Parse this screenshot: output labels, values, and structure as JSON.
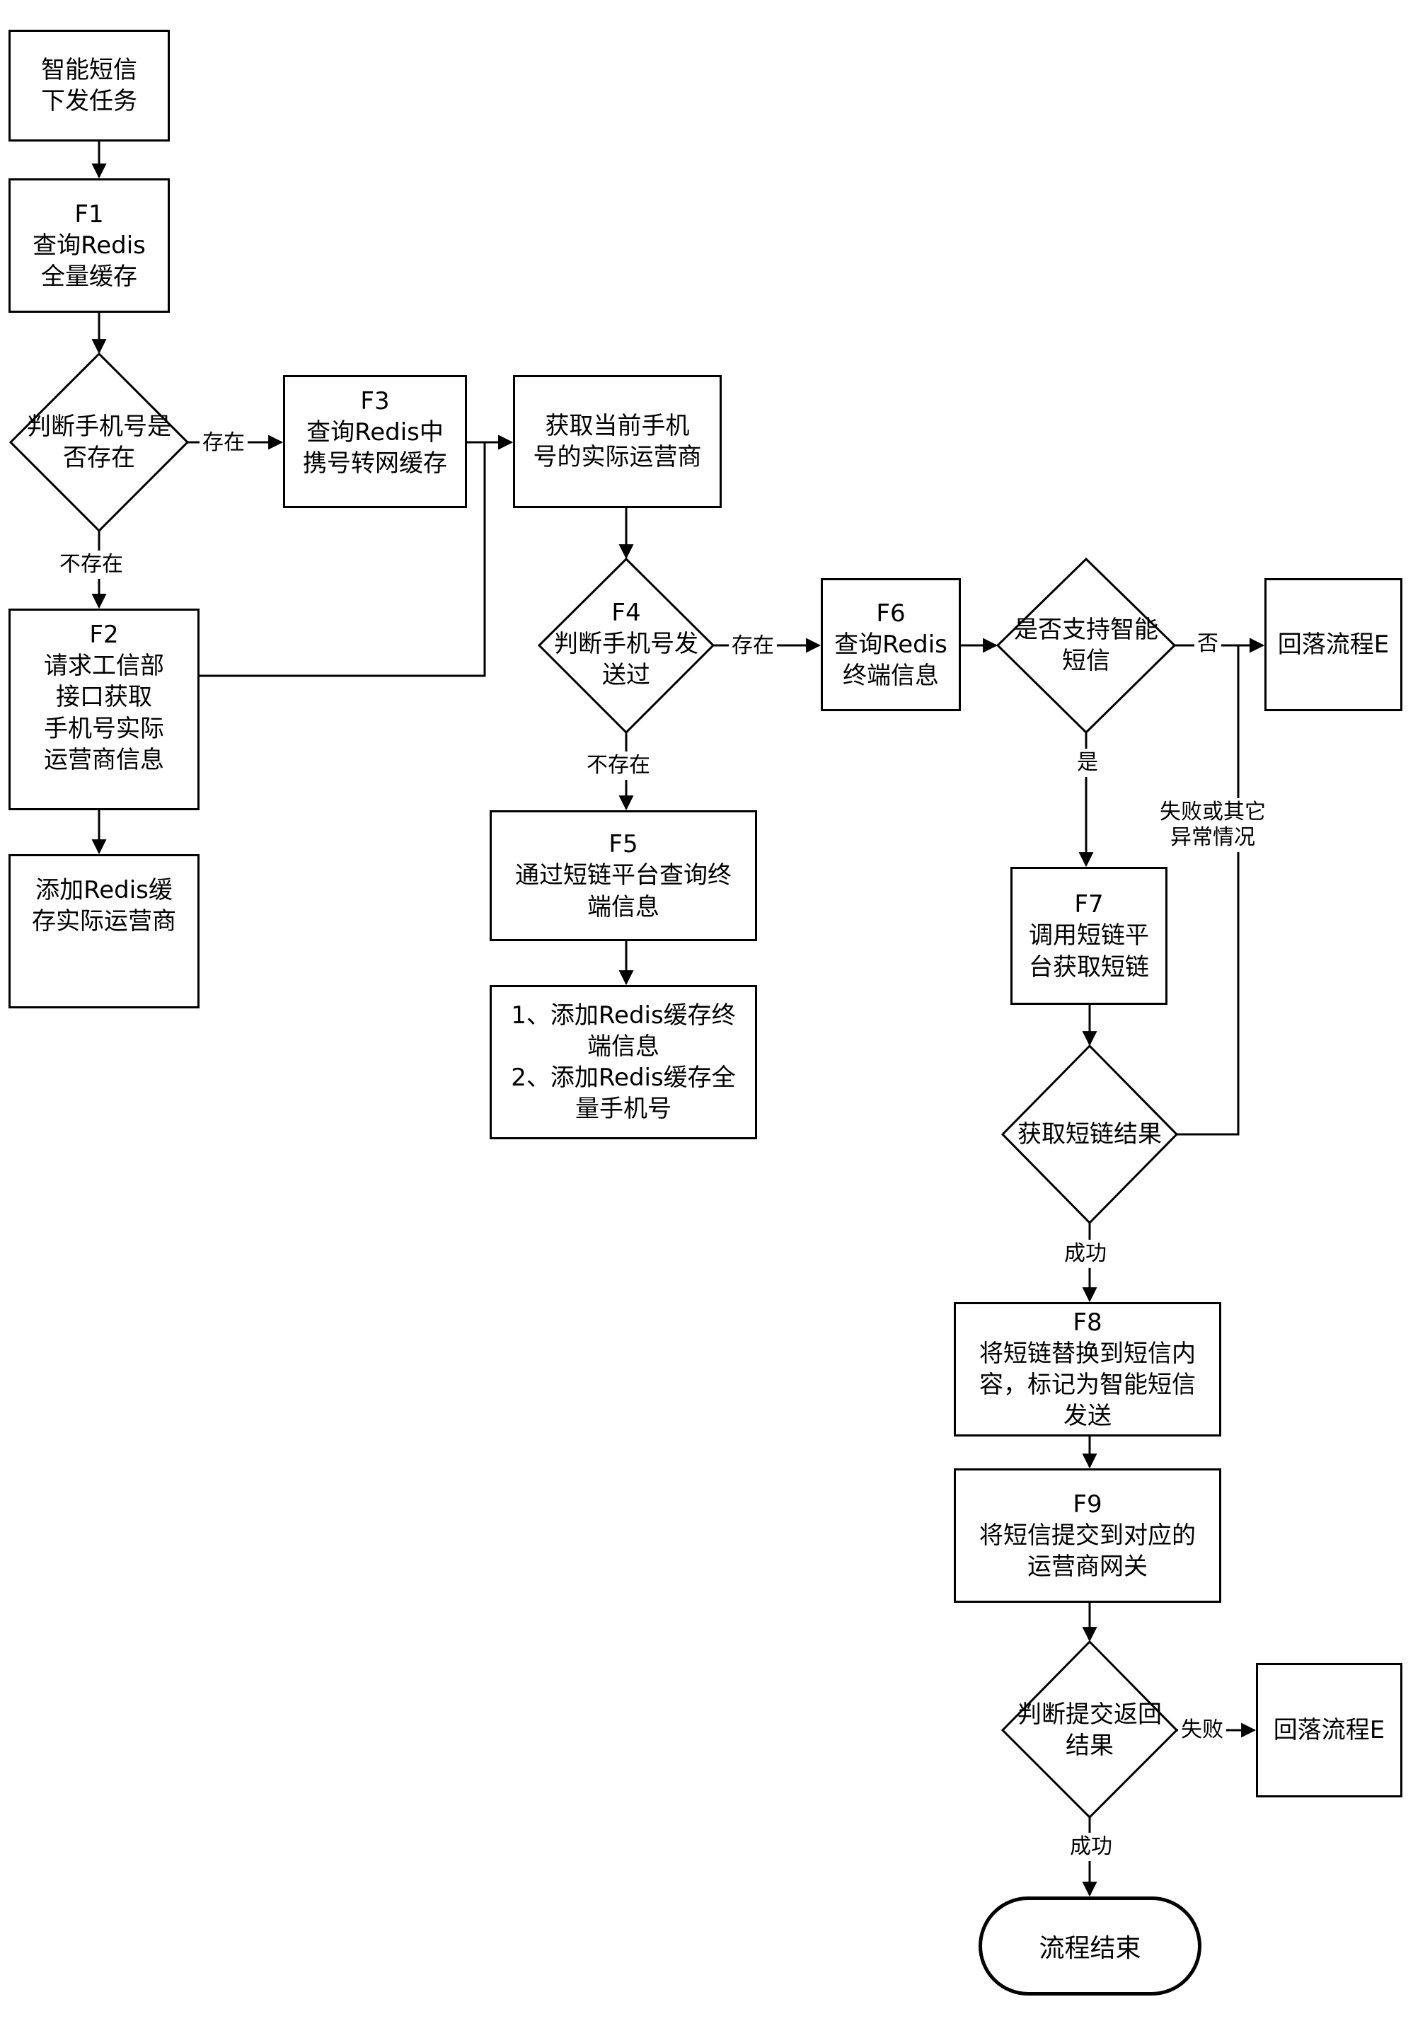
{
  "nodes": {
    "start": {
      "lines": [
        "智能短信",
        "下发任务"
      ]
    },
    "f1": {
      "code": "F1",
      "lines": [
        "查询Redis",
        "全量缓存"
      ]
    },
    "d1": {
      "lines": [
        "判断手机号是",
        "否存在"
      ]
    },
    "f3": {
      "code": "F3",
      "lines": [
        "查询Redis中",
        "携号转网缓存"
      ]
    },
    "f2": {
      "code": "F2",
      "lines": [
        "请求工信部",
        "接口获取",
        "手机号实际",
        "运营商信息"
      ]
    },
    "add_redis": {
      "lines": [
        "添加Redis缓",
        "存实际运营商"
      ]
    },
    "get_carrier": {
      "lines": [
        "获取当前手机",
        "号的实际运营商"
      ]
    },
    "d4": {
      "code": "F4",
      "lines": [
        "判断手机号发",
        "送过"
      ]
    },
    "f5": {
      "code": "F5",
      "lines": [
        "通过短链平台查询终",
        "端信息"
      ]
    },
    "add_cache": {
      "lines": [
        "1、添加Redis缓存终",
        "端信息",
        "2、添加Redis缓存全",
        "量手机号"
      ]
    },
    "f6": {
      "code": "F6",
      "lines": [
        "查询Redis",
        "终端信息"
      ]
    },
    "d_smart": {
      "lines": [
        "是否支持智能",
        "短信"
      ]
    },
    "fallback1": {
      "lines": [
        "回落流程E"
      ]
    },
    "f7": {
      "code": "F7",
      "lines": [
        "调用短链平",
        "台获取短链"
      ]
    },
    "d_link": {
      "lines": [
        "获取短链结果"
      ]
    },
    "f8": {
      "code": "F8",
      "lines": [
        "将短链替换到短信内",
        "容，标记为智能短信",
        "发送"
      ]
    },
    "f9": {
      "code": "F9",
      "lines": [
        "将短信提交到对应的",
        "运营商网关"
      ]
    },
    "d_submit": {
      "lines": [
        "判断提交返回",
        "结果"
      ]
    },
    "fallback2": {
      "lines": [
        "回落流程E"
      ]
    },
    "end": {
      "lines": [
        "流程结束"
      ]
    }
  },
  "edge_labels": {
    "exists1": "存在",
    "not_exists1": "不存在",
    "exists2": "存在",
    "not_exists2": "不存在",
    "no": "否",
    "yes": "是",
    "fail_other": [
      "失败或其它",
      "异常情况"
    ],
    "success1": "成功",
    "fail": "失败",
    "success2": "成功"
  }
}
